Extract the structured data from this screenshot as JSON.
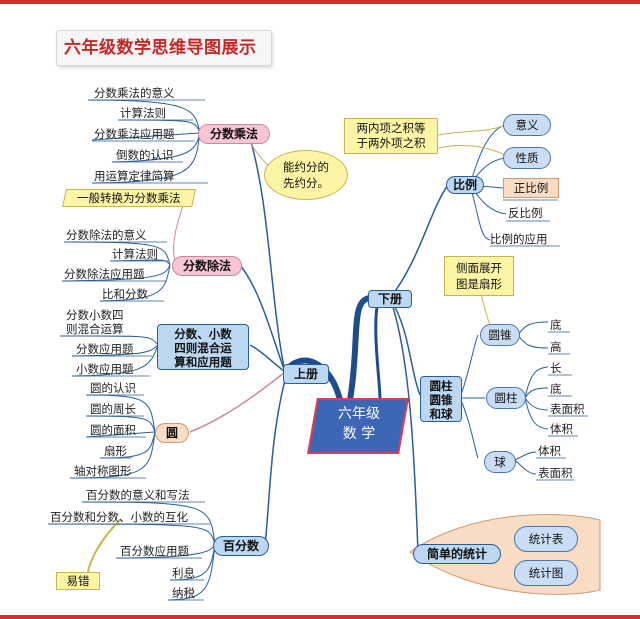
{
  "title": "六年级数学思维导图展示",
  "center": "六年级\n数 学",
  "upper": {
    "label": "上册",
    "multiply": {
      "label": "分数乘法",
      "items": [
        "分数乘法的意义",
        "计算法则",
        "分数乘法应用题",
        "倒数的认识",
        "用运算定律简算"
      ],
      "note": "能约分的\n先约分。"
    },
    "divide": {
      "label": "分数除法",
      "items": [
        "分数除法的意义",
        "计算法则",
        "分数除法应用题",
        "比和分数"
      ],
      "note": "一般转换为分数乘法"
    },
    "mixed": {
      "label": "分数、小数\n四则混合运\n算和应用题",
      "items": [
        "分数小数四\n则混合运算",
        "分数应用题",
        "小数应用题"
      ]
    },
    "circle": {
      "label": "圆",
      "items": [
        "圆的认识",
        "圆的周长",
        "圆的面积",
        "扇形",
        "轴对称图形"
      ]
    },
    "percent": {
      "label": "百分数",
      "items": [
        "百分数的意义和写法",
        "百分数和分数、小数的互化",
        "百分数应用题",
        "利息",
        "纳税"
      ],
      "note": "易错"
    }
  },
  "lower": {
    "label": "下册",
    "ratio": {
      "label": "比例",
      "items": [
        "意义",
        "性质",
        "正比例",
        "反比例",
        "比例的应用"
      ],
      "note": "两内项之积等\n于两外项之积"
    },
    "solids": {
      "label": "圆柱\n圆锥\n和球",
      "note": "侧面展开\n图是扇形",
      "cone": {
        "label": "圆锥",
        "items": [
          "底",
          "高"
        ]
      },
      "cylinder": {
        "label": "圆柱",
        "items": [
          "长",
          "底",
          "表面积",
          "体积"
        ]
      },
      "sphere": {
        "label": "球",
        "items": [
          "体积",
          "表面积"
        ]
      }
    },
    "stats": {
      "label": "简单的统计",
      "items": [
        "统计表",
        "统计图"
      ]
    }
  }
}
